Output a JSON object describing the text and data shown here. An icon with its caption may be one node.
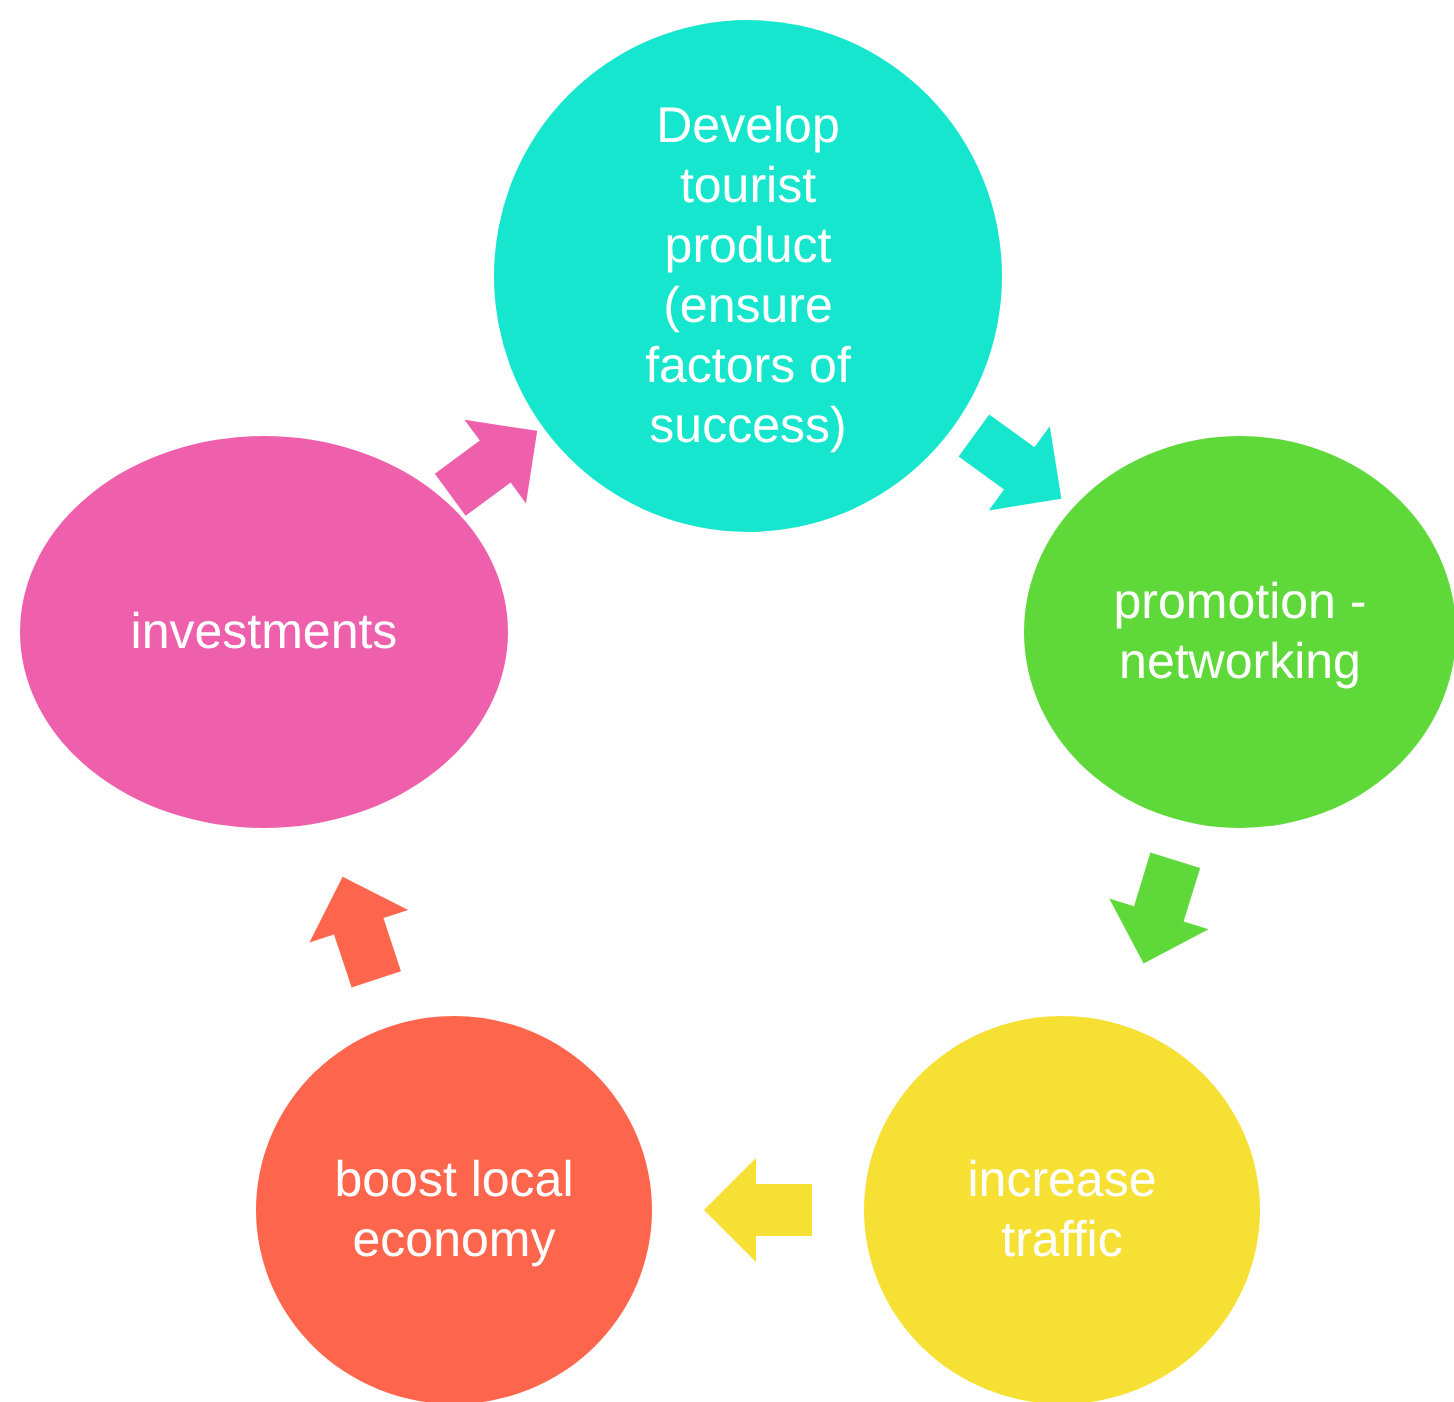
{
  "diagram": {
    "nodes": [
      {
        "text": [
          "Develop tourist product (ensure factors of success)"
        ]
      },
      {
        "text": [
          "promotion - networking"
        ]
      },
      {
        "text": [
          "increase traffic"
        ]
      },
      {
        "text": [
          "boost local economy"
        ]
      },
      {
        "text": [
          "investments"
        ]
      }
    ],
    "edges": [
      {
        "from": 0,
        "to": 1,
        "arrow": "to",
        "color": "#17e6cf"
      },
      {
        "from": 1,
        "to": 2,
        "arrow": "to",
        "color": "#5fd93a"
      },
      {
        "from": 2,
        "to": 3,
        "arrow": "to",
        "color": "#f7e034"
      },
      {
        "from": 3,
        "to": 4,
        "arrow": "to",
        "color": "#fd654d"
      },
      {
        "from": 4,
        "to": 0,
        "arrow": "to",
        "color": "#ee5fac"
      }
    ]
  }
}
